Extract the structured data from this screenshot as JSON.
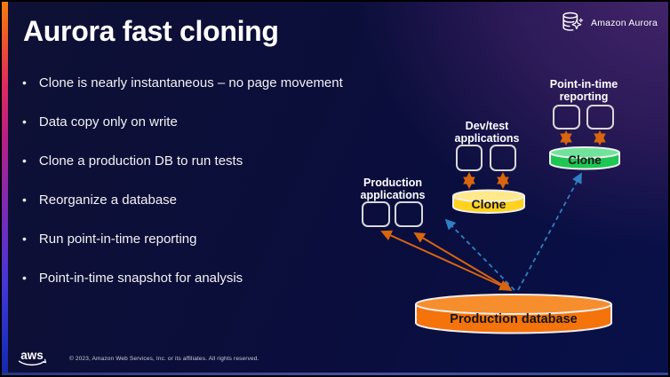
{
  "slide": {
    "title": "Aurora fast cloning",
    "bullet_char": "•",
    "bullets": [
      "Clone is nearly instantaneous – no page movement",
      "Data copy only on write",
      "Clone a production DB to run tests",
      "Reorganize a database",
      "Run point-in-time reporting",
      "Point-in-time snapshot for analysis"
    ],
    "brand": {
      "aurora_label": "Amazon Aurora"
    },
    "footer": {
      "aws_logo_text": "aws",
      "copyright": "© 2023, Amazon Web Services, Inc. or its affiliates. All rights reserved."
    }
  },
  "diagram": {
    "app_groups": [
      {
        "line1": "Production",
        "line2": "applications"
      },
      {
        "line1": "Dev/test",
        "line2": "applications"
      },
      {
        "line1": "Point-in-time",
        "line2": "reporting"
      }
    ],
    "clones": [
      {
        "label": "Clone",
        "color": "#FFD21E"
      },
      {
        "label": "Clone",
        "color": "#1EC653"
      }
    ],
    "production_db": {
      "label": "Production database",
      "color": "#F4730B"
    },
    "arrow_colors": {
      "app_link": "#D9650D",
      "clone_copy_link": "#2F7FC4"
    },
    "colors": {
      "background": "#0B0E3C",
      "purple_glow": "#45266D",
      "accent_bar": [
        "#F57D0D",
        "#E02A5E",
        "#7D2BB5",
        "#1E2FC0"
      ]
    }
  },
  "icons": {
    "aurora": "database-sparkle-icon",
    "aws": "aws-smile-logo"
  }
}
